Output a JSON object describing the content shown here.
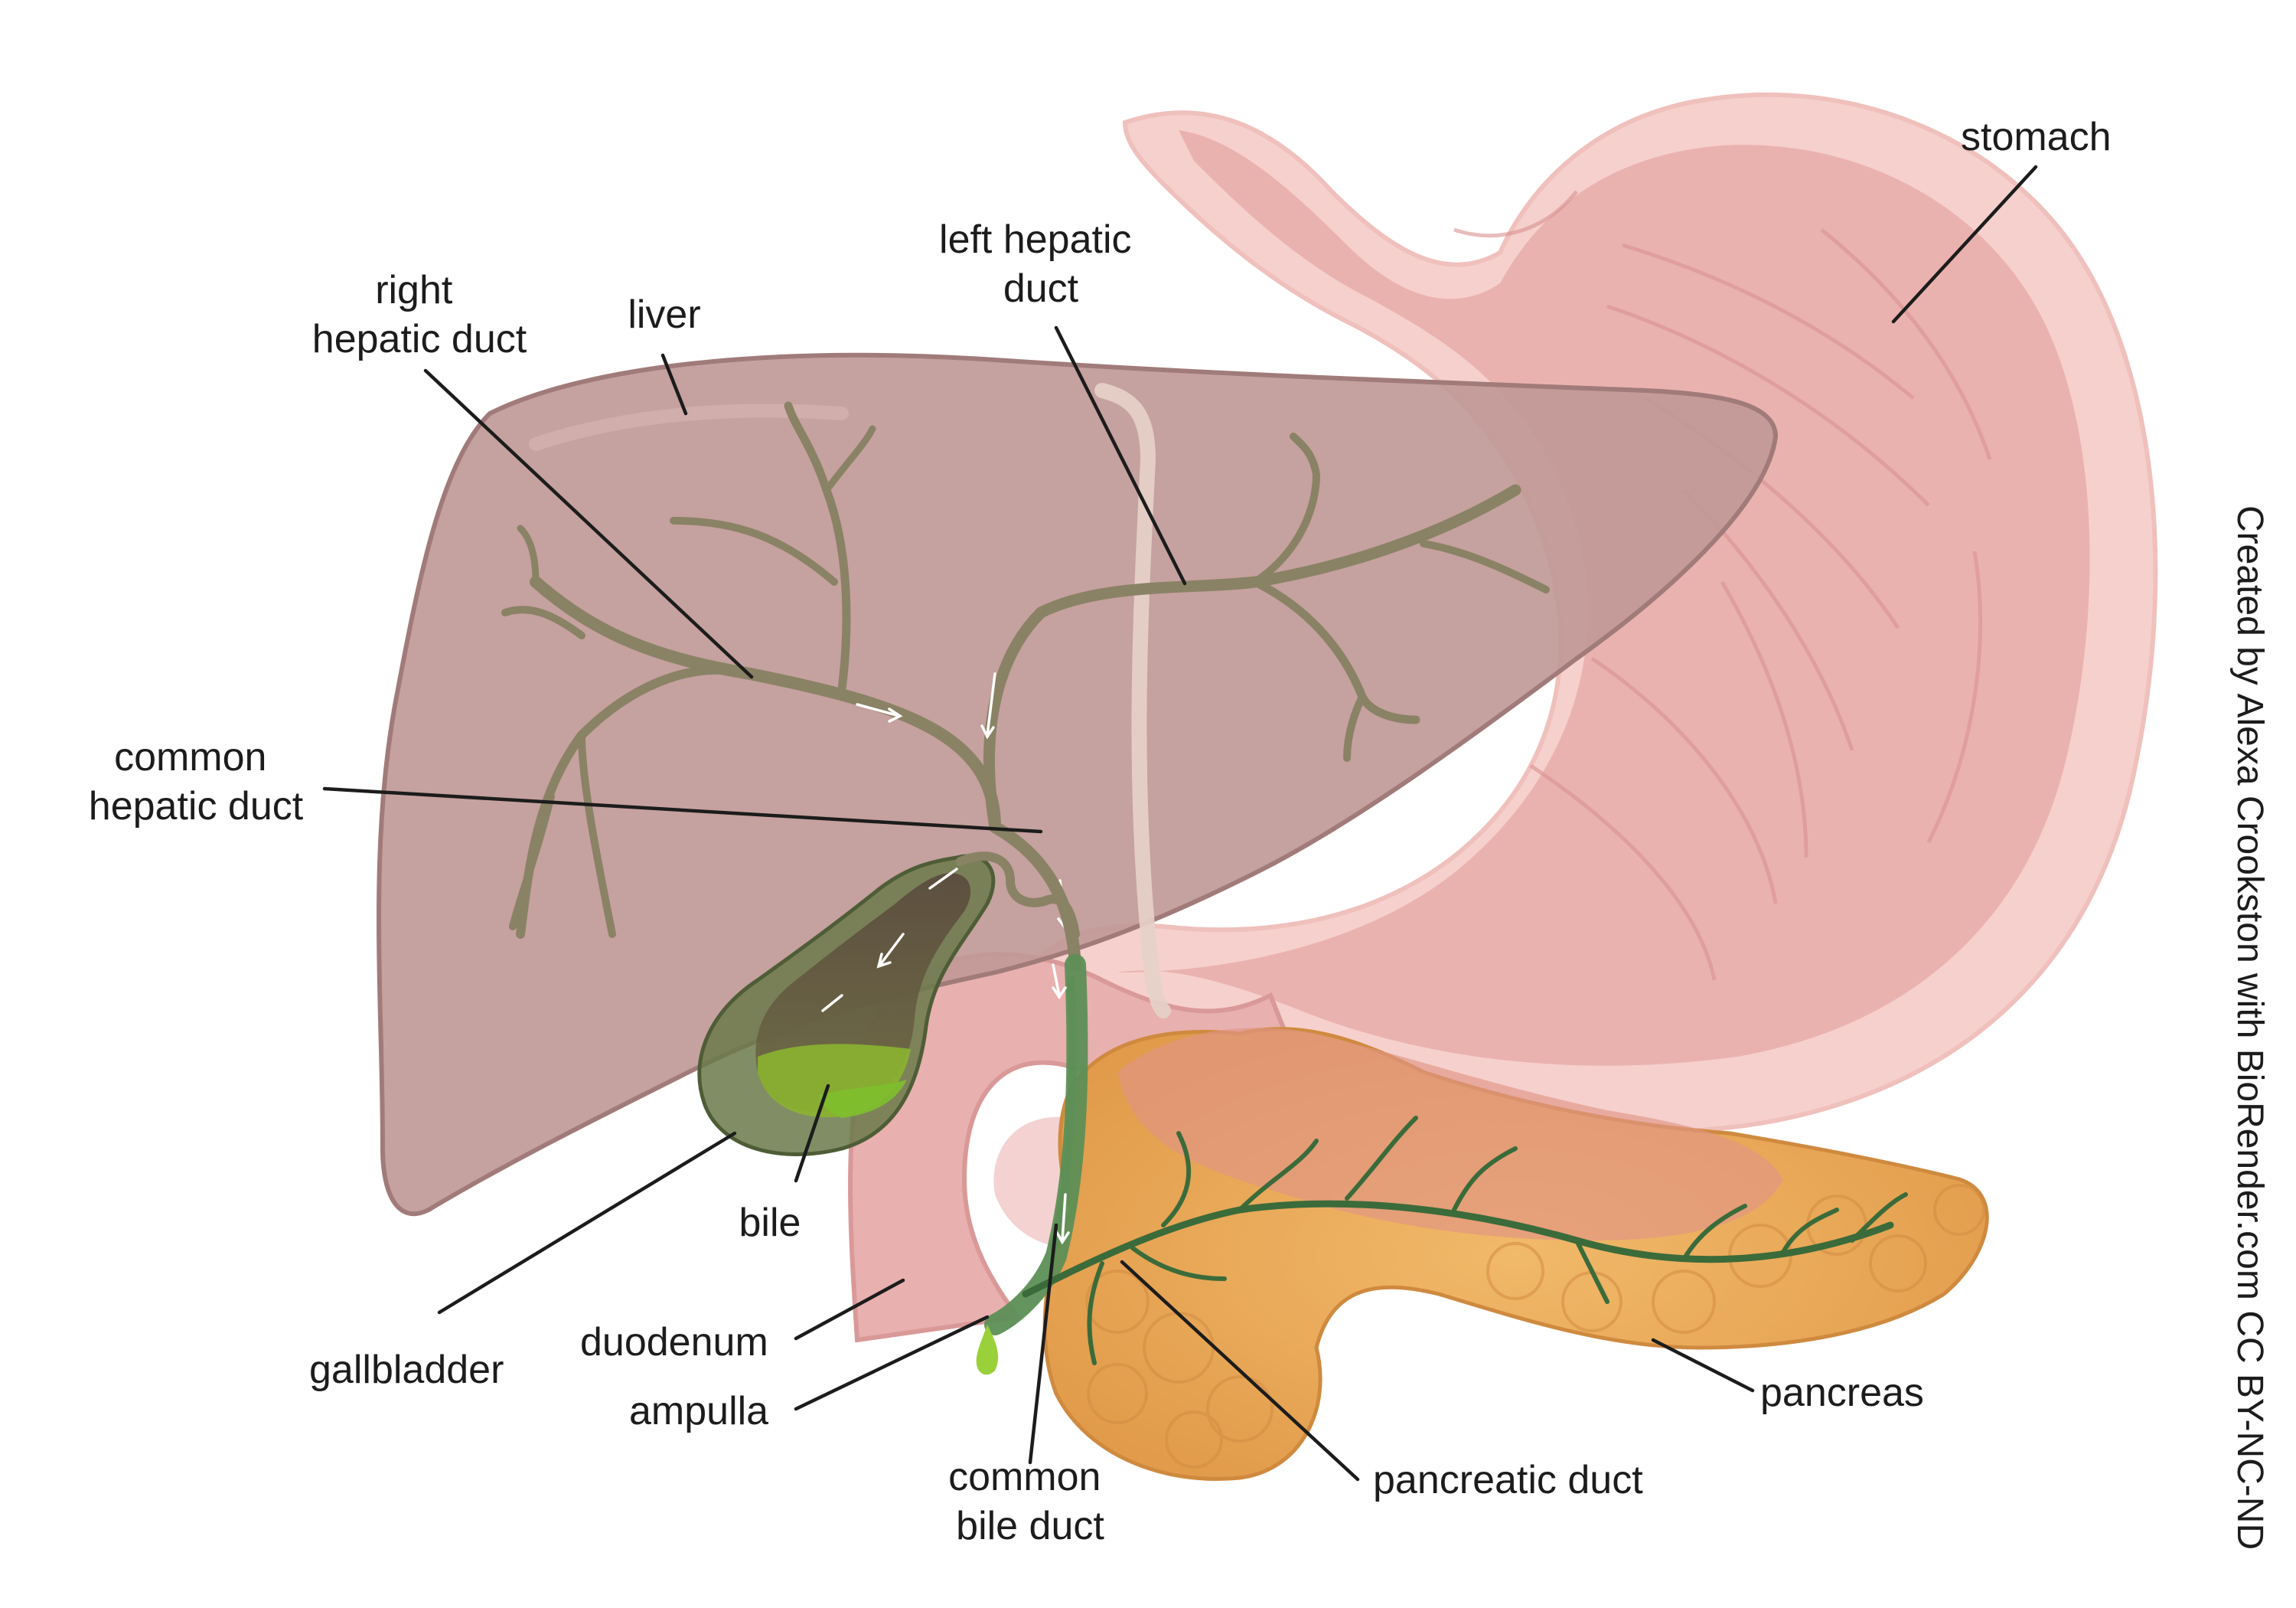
{
  "labels": {
    "stomach": "stomach",
    "left_hepatic_duct": [
      "left hepatic",
      "duct"
    ],
    "right_hepatic_duct": [
      "right",
      "hepatic duct"
    ],
    "liver": "liver",
    "common_hepatic_duct": [
      "common",
      "hepatic duct"
    ],
    "bile": "bile",
    "gallbladder": "gallbladder",
    "duodenum": "duodenum",
    "ampulla": "ampulla",
    "common_bile_duct": [
      "common",
      "bile duct"
    ],
    "pancreatic_duct": "pancreatic duct",
    "pancreas": "pancreas"
  },
  "credit": "Created by Alexa Crookston with BioRender.com CC BY-NC-ND",
  "colors": {
    "stomach_outer": "#f4c9c6",
    "stomach_inner": "#e8a9a8",
    "liver": "#c29a98",
    "liver_stroke": "#9c7674",
    "duodenum": "#e9b3b1",
    "pancreas": "#e8a85b",
    "pancreas_overlay": "#e39a86",
    "gallbladder": "#6d7a4c",
    "gallbladder_bile": "#7fbf2e",
    "bile_duct": "#5d8f56",
    "hepatic_duct": "#8a8265",
    "pancreatic_duct": "#3b6b3a",
    "ampulla_drop": "#9ad03a",
    "text": "#1c1c1c"
  }
}
